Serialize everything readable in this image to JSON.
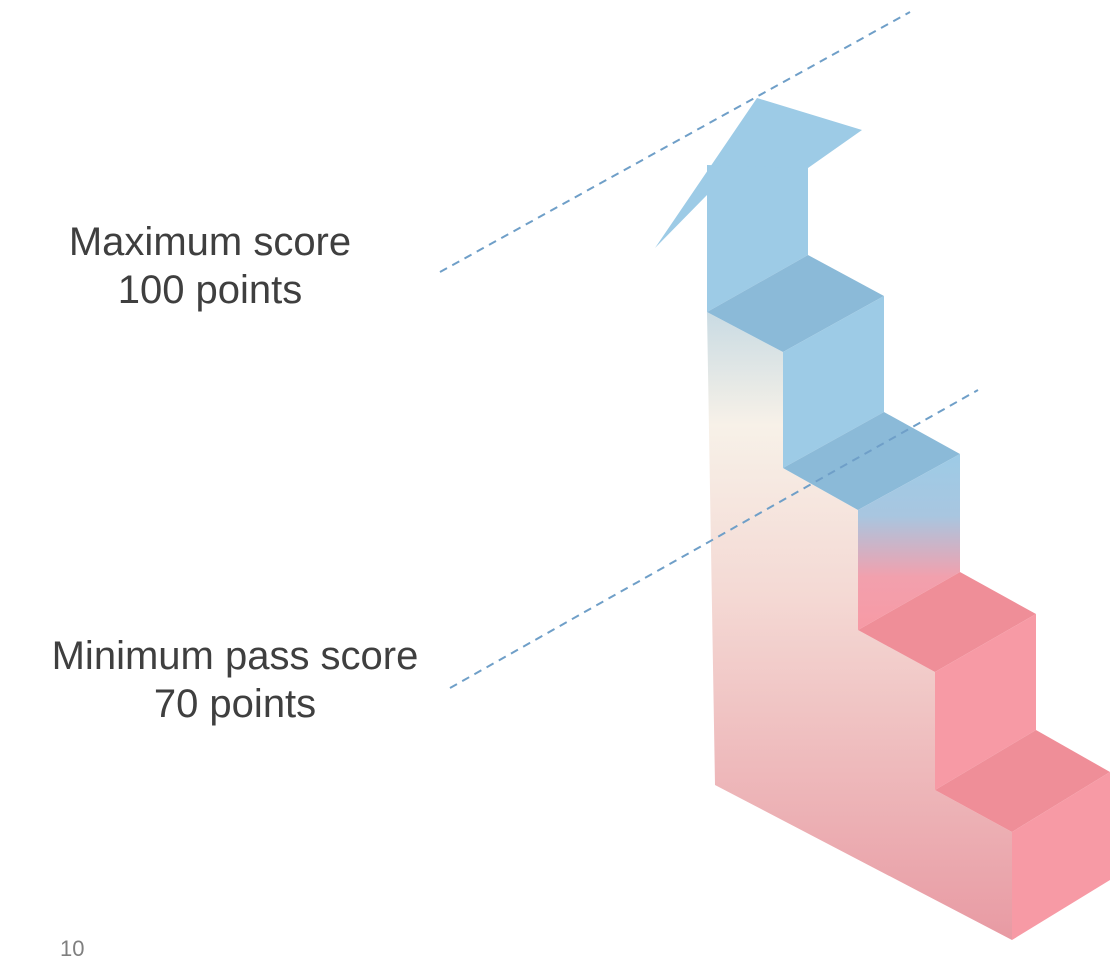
{
  "labels": {
    "max": {
      "line1": "Maximum score",
      "line2": "100 points"
    },
    "min": {
      "line1": "Minimum pass score",
      "line2": "70 points"
    }
  },
  "page_number": "10",
  "colors": {
    "blue": "#9dcbe6",
    "blue_top": "#8bbad8",
    "pink": "#f79aa5",
    "pink_top": "#ef8e98",
    "dashed_line": "#6f9fc8",
    "text": "#3f3f3f"
  }
}
